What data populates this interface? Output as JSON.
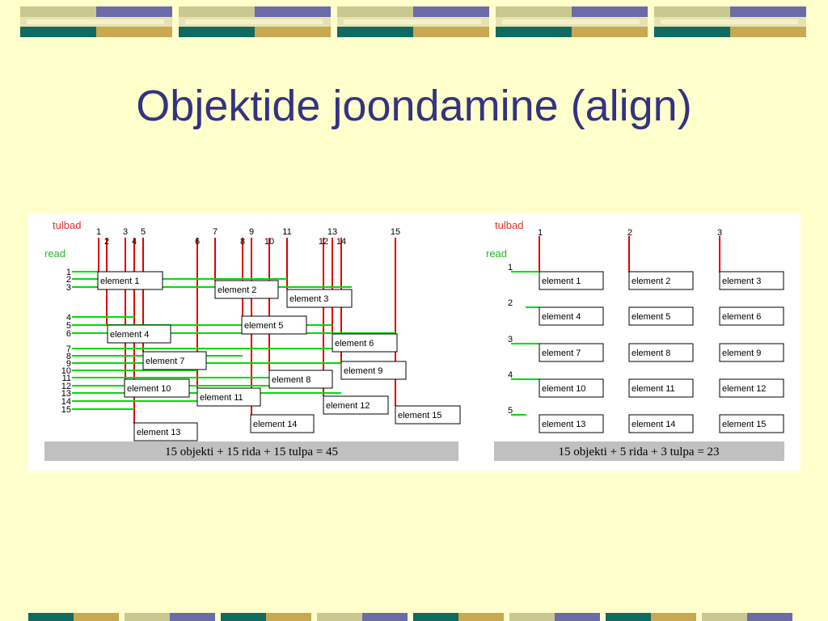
{
  "slide": {
    "title": "Objektide joondamine (align)"
  },
  "colors": {
    "background": "#FFFFCC",
    "title": "#333380",
    "column_line": "#E00000",
    "row_line": "#00DD00",
    "column_label": "#E03030",
    "row_label": "#22BB22",
    "caption_bar": "#C0C0C0",
    "deco_purple": "#6B6BA8",
    "deco_olive": "#C8C890",
    "deco_teal": "#0F6B62",
    "deco_gold": "#C8A850",
    "deco_light": "#E6E2B0"
  },
  "left_diagram": {
    "columns_label": "tulbad",
    "rows_label": "read",
    "column_numbers": [
      "1",
      "2",
      "3",
      "4",
      "5",
      "6",
      "7",
      "8",
      "9",
      "10",
      "11",
      "12",
      "13",
      "14",
      "15"
    ],
    "row_numbers": [
      "1",
      "2",
      "3",
      "4",
      "5",
      "6",
      "7",
      "8",
      "9",
      "10",
      "11",
      "12",
      "13",
      "14",
      "15"
    ],
    "elements": [
      "element 1",
      "element 2",
      "element 3",
      "element 4",
      "element 5",
      "element 6",
      "element 7",
      "element 8",
      "element 9",
      "element 10",
      "element 11",
      "element 12",
      "element 13",
      "element 14",
      "element 15"
    ],
    "caption": "15 objekti + 15 rida + 15 tulpa = 45"
  },
  "right_diagram": {
    "columns_label": "tulbad",
    "rows_label": "read",
    "column_numbers": [
      "1",
      "2",
      "3"
    ],
    "row_numbers": [
      "1",
      "2",
      "3",
      "4",
      "5"
    ],
    "elements": [
      "element 1",
      "element 2",
      "element 3",
      "element 4",
      "element 5",
      "element 6",
      "element 7",
      "element 8",
      "element 9",
      "element 10",
      "element 11",
      "element 12",
      "element 13",
      "element 14",
      "element 15"
    ],
    "caption": "15 objekti + 5 rida + 3 tulpa = 23"
  }
}
